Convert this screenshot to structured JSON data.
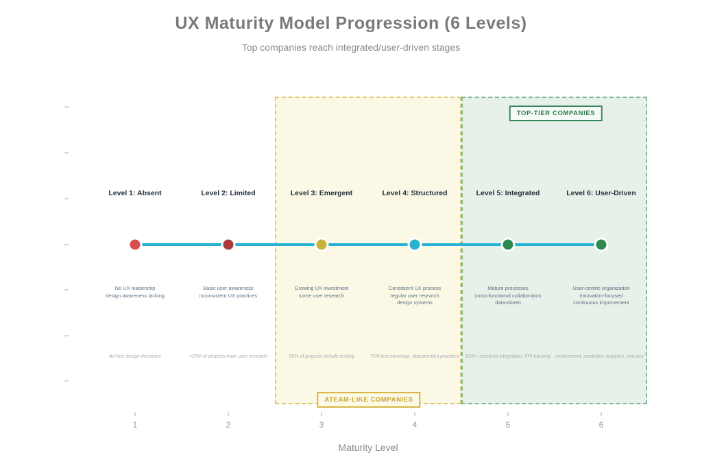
{
  "chart_data": {
    "type": "line",
    "title": "UX Maturity Model Progression (6 Levels)",
    "subtitle": "Top companies reach integrated/user-driven stages",
    "xlabel": "Maturity Level",
    "x": [
      1,
      2,
      3,
      4,
      5,
      6
    ],
    "y": [
      1,
      1,
      1,
      1,
      1,
      1
    ],
    "xticks": [
      "1",
      "2",
      "3",
      "4",
      "5",
      "6"
    ],
    "xlim": [
      0.3,
      6.95
    ],
    "grid": false,
    "legend": false,
    "line_color": "#27b1d2",
    "yticks_unlabeled_count": 7,
    "levels": [
      {
        "level": 1,
        "label": "Level 1: Absent",
        "description": "No UX leadership\ndesign awareness lacking",
        "annotation": "Ad-hoc design decisions",
        "dot_color": "#d44f4e"
      },
      {
        "level": 2,
        "label": "Level 2: Limited",
        "description": "Basic user awareness\ninconsistent UX practices",
        "annotation": "<25% of projects have user research",
        "dot_color": "#aa3a3a"
      },
      {
        "level": 3,
        "label": "Level 3: Emergent",
        "description": "Growing UX investment\nsome user research",
        "annotation": "50% of projects include testing",
        "dot_color": "#c8b23b"
      },
      {
        "level": 4,
        "label": "Level 4: Structured",
        "description": "Consistent UX process\nregular user research\ndesign systems",
        "annotation": "75% test coverage, documented practices",
        "dot_color": "#28b0cf"
      },
      {
        "level": 5,
        "label": "Level 5: Integrated",
        "description": "Mature processes\ncross-functional collaboration\ndata-driven",
        "annotation": "85%+ research integration, KPI tracking",
        "dot_color": "#2d8b4f"
      },
      {
        "level": 6,
        "label": "Level 6: User-Driven",
        "description": "User-centric organization\ninnovation-focused\ncontinuous improvement",
        "annotation": "involvement, predictive analytics, industry",
        "dot_color": "#2d8b4f"
      }
    ],
    "zones": [
      {
        "name": "ateam",
        "label": "ATEAM-LIKE COMPANIES",
        "x_range": [
          2.5,
          4.5
        ],
        "fill": "#fbf9e6",
        "border": "#dfc76d",
        "label_color": "#c5a42c"
      },
      {
        "name": "top_tier",
        "label": "TOP-TIER COMPANIES",
        "x_range": [
          4.5,
          6.5
        ],
        "fill": "#e7f1ea",
        "border": "#7db696",
        "label_color": "#2f7c4c"
      }
    ]
  }
}
